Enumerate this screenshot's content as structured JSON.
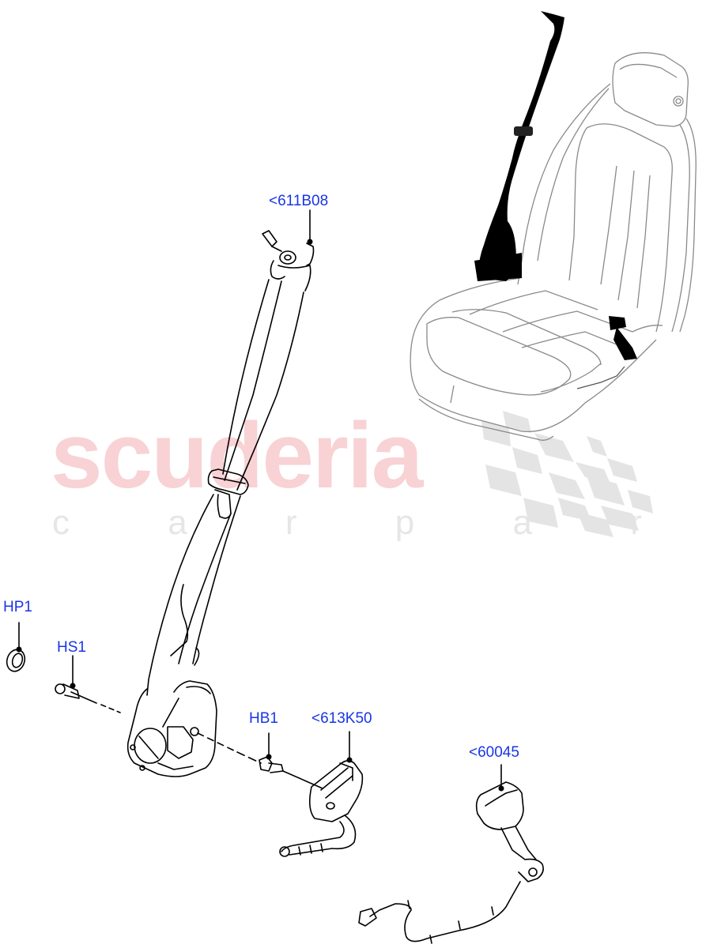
{
  "watermark": {
    "brand": "scuderia",
    "sub": "c a r p a r t s",
    "brand_color": "#f8d2d4",
    "sub_color": "#e6e6e6"
  },
  "callouts": [
    {
      "id": "611B08",
      "label": "<611B08",
      "part": "upper-anchor-seatbelt"
    },
    {
      "id": "HP1",
      "label": "HP1",
      "part": "cap"
    },
    {
      "id": "HS1",
      "label": "HS1",
      "part": "screw"
    },
    {
      "id": "HB1",
      "label": "HB1",
      "part": "bolt"
    },
    {
      "id": "613K50",
      "label": "<613K50",
      "part": "pretensioner"
    },
    {
      "id": "60045",
      "label": "<60045",
      "part": "buckle-with-harness"
    }
  ],
  "colors": {
    "label": "#1a35e6",
    "line": "#000000",
    "seat_outline": "#8a8a8a",
    "checker": "#e4e4e4"
  }
}
